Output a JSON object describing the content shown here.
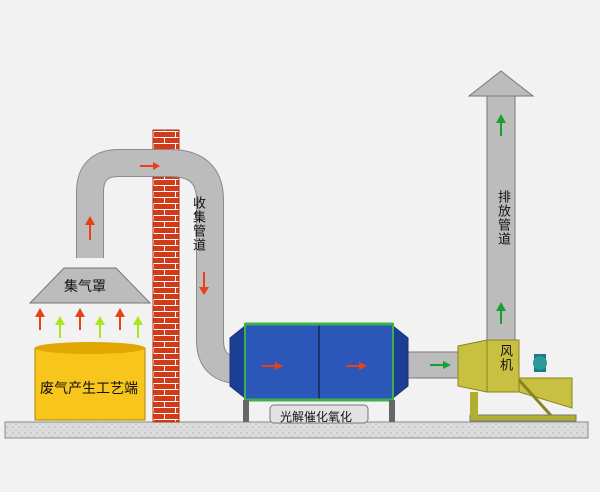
{
  "labels": {
    "hood": "集气罩",
    "source": "废气产生工艺端",
    "collection_pipe": "收集管道",
    "exhaust_pipe": "排放管道",
    "fan": "风机",
    "reactor": "光解催化氧化"
  },
  "colors": {
    "background": "#f2f2f2",
    "duct": "#b8b8b8",
    "reactor_blue": "#2a57b8",
    "reactor_frame": "#3cb04a",
    "fan_yellow": "#c8c040",
    "tank_yellow": "#f7c51c",
    "brick": "#d03a1a",
    "arrow_red": "#e8401a",
    "arrow_green": "#1aa030",
    "arrow_lime": "#a8e81a"
  }
}
